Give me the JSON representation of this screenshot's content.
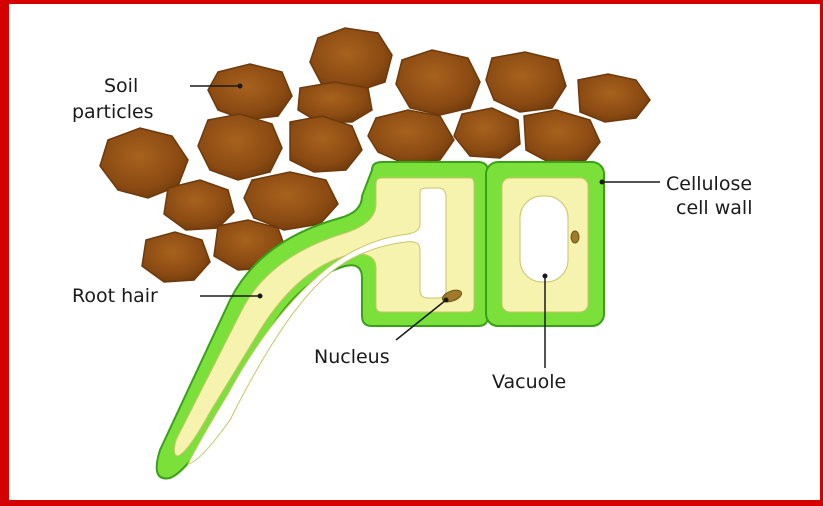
{
  "labels": {
    "soil_line1": "Soil",
    "soil_line2": "particles",
    "cellulose_line1": "Cellulose",
    "cellulose_line2": "cell wall",
    "root_hair": "Root hair",
    "nucleus": "Nucleus",
    "vacuole": "Vacuole"
  },
  "colors": {
    "frame": "#d40000",
    "soil": "#8a4a12",
    "soil_dark": "#6e3a0c",
    "cell_wall": "#7be03a",
    "cell_wall_edge": "#3aa01a",
    "cytoplasm": "#f6f3ae",
    "vacuole": "#ffffff",
    "nucleus": "#a07a2a"
  }
}
